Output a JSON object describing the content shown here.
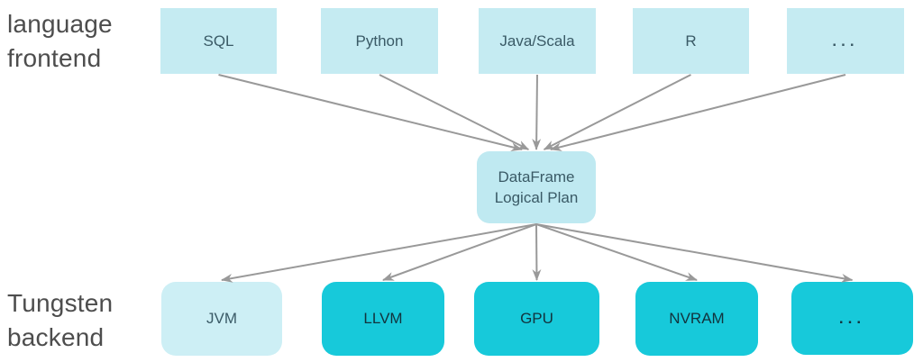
{
  "colors": {
    "frontend_box": "#c5ebf2",
    "plan_box": "#bfe9f1",
    "jvm_box": "#cdeff5",
    "backend_box": "#17c9da",
    "arrow": "#999999",
    "label_text": "#4d4d4d",
    "box_text": "#3a5a66",
    "backend_text": "#12333d"
  },
  "labels": {
    "frontend_line1": "language",
    "frontend_line2": "frontend",
    "backend_line1": "Tungsten",
    "backend_line2": "backend"
  },
  "nodes": {
    "frontend": [
      {
        "id": "sql",
        "label": "SQL"
      },
      {
        "id": "python",
        "label": "Python"
      },
      {
        "id": "java-scala",
        "label": "Java/Scala"
      },
      {
        "id": "r",
        "label": "R"
      },
      {
        "id": "frontend-more",
        "label": "..."
      }
    ],
    "plan": {
      "id": "plan",
      "line1": "DataFrame",
      "line2": "Logical Plan"
    },
    "backend": [
      {
        "id": "jvm",
        "label": "JVM"
      },
      {
        "id": "llvm",
        "label": "LLVM"
      },
      {
        "id": "gpu",
        "label": "GPU"
      },
      {
        "id": "nvram",
        "label": "NVRAM"
      },
      {
        "id": "backend-more",
        "label": "..."
      }
    ]
  },
  "edges": [
    {
      "from": "sql",
      "to": "plan"
    },
    {
      "from": "python",
      "to": "plan"
    },
    {
      "from": "java-scala",
      "to": "plan"
    },
    {
      "from": "r",
      "to": "plan"
    },
    {
      "from": "frontend-more",
      "to": "plan"
    },
    {
      "from": "plan",
      "to": "jvm"
    },
    {
      "from": "plan",
      "to": "llvm"
    },
    {
      "from": "plan",
      "to": "gpu"
    },
    {
      "from": "plan",
      "to": "nvram"
    },
    {
      "from": "plan",
      "to": "backend-more"
    }
  ]
}
